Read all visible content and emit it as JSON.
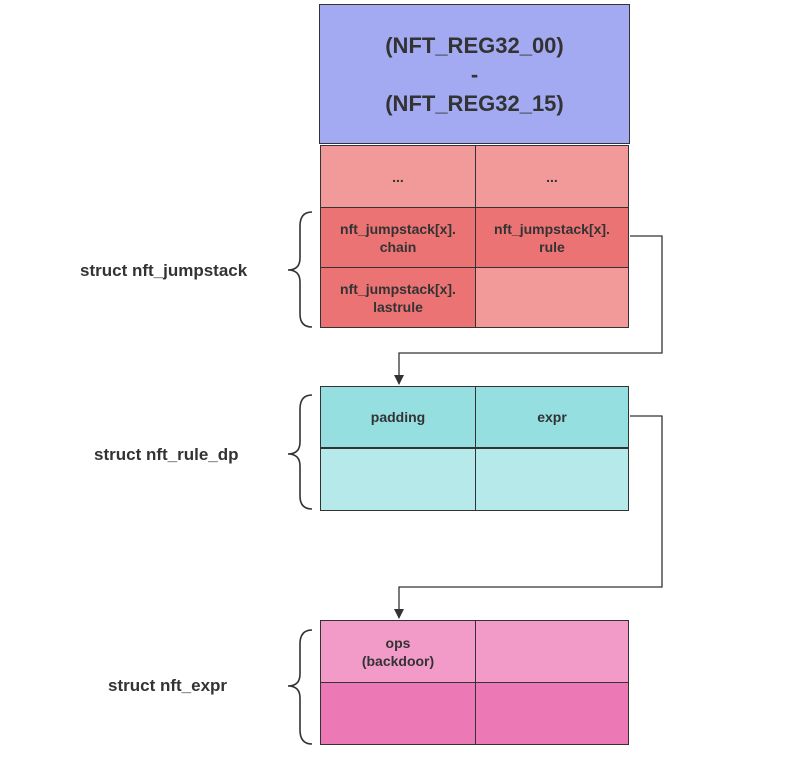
{
  "registers": {
    "line1": "(NFT_REG32_00)",
    "line2": "-",
    "line3": "(NFT_REG32_15)"
  },
  "jumpstack": {
    "label": "struct nft_jumpstack",
    "cells": {
      "ellipsis_left": "...",
      "ellipsis_right": "...",
      "chain_line1": "nft_jumpstack[x].",
      "chain_line2": "chain",
      "rule_line1": "nft_jumpstack[x].",
      "rule_line2": "rule",
      "lastrule_line1": "nft_jumpstack[x].",
      "lastrule_line2": "lastrule"
    }
  },
  "rule_dp": {
    "label": "struct nft_rule_dp",
    "cells": {
      "padding": "padding",
      "expr": "expr"
    }
  },
  "expr": {
    "label": "struct nft_expr",
    "cells": {
      "ops_line1": "ops",
      "ops_line2": "(backdoor)"
    }
  },
  "colors": {
    "registers": "#a3aaf2",
    "jumpstack_light": "#f19a99",
    "jumpstack_dark": "#ec7373",
    "rule_dp_mid": "#95dfe1",
    "rule_dp_light": "#b5e9ea",
    "expr_light": "#f29ac8",
    "expr_dark": "#ec78b5"
  }
}
